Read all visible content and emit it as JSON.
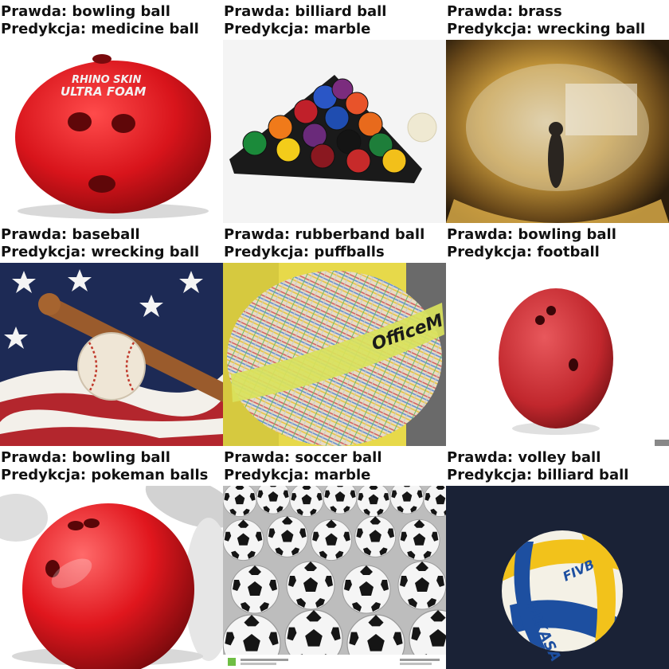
{
  "cells": [
    {
      "truth_label": "Prawda: bowling ball",
      "pred_label": "Predykcja: medicine ball",
      "photo_text": [
        "RHINO SKIN",
        "ULTRA FOAM"
      ],
      "colors": {
        "ball": "#d8141b",
        "shadow": "#8e0a0e"
      }
    },
    {
      "truth_label": "Prawda: billiard ball",
      "pred_label": "Predykcja: marble",
      "photo_text": [],
      "colors": {
        "rack": "#1a1a1a",
        "cue_ball": "#efe9d2"
      }
    },
    {
      "truth_label": "Prawda: brass",
      "pred_label": "Predykcja: wrecking ball",
      "photo_text": [],
      "colors": {
        "metal": "#c89a3c",
        "dark": "#3a2b17"
      }
    },
    {
      "truth_label": "Prawda: baseball",
      "pred_label": "Predykcja: wrecking ball",
      "photo_text": [],
      "colors": {
        "flag_blue": "#1d2a55",
        "flag_red": "#b3262d",
        "bat": "#9a5b2c"
      }
    },
    {
      "truth_label": "Prawda: rubberband ball",
      "pred_label": "Predykcja: puffballs",
      "photo_text": [
        "OfficeM"
      ],
      "colors": {
        "band_strip": "#d9e25c",
        "background": "#e7d94a"
      }
    },
    {
      "truth_label": "Prawda: bowling ball",
      "pred_label": "Predykcja: football",
      "photo_text": [],
      "colors": {
        "ball": "#c1272d"
      }
    },
    {
      "truth_label": "Prawda: bowling ball",
      "pred_label": "Predykcja: pokeman balls",
      "photo_text": [],
      "colors": {
        "ball": "#e0161d",
        "pins": "#e6e6e6"
      }
    },
    {
      "truth_label": "Prawda: soccer ball",
      "pred_label": "Predykcja: marble",
      "photo_text": [],
      "colors": {
        "panel_white": "#f5f5f5",
        "panel_black": "#151515"
      }
    },
    {
      "truth_label": "Prawda: volley ball",
      "pred_label": "Predykcja: billiard ball",
      "photo_text": [
        "FIVB",
        "MIKASA"
      ],
      "colors": {
        "background": "#1a2236",
        "yellow": "#f2c21b",
        "blue": "#1d4fa0"
      }
    }
  ]
}
